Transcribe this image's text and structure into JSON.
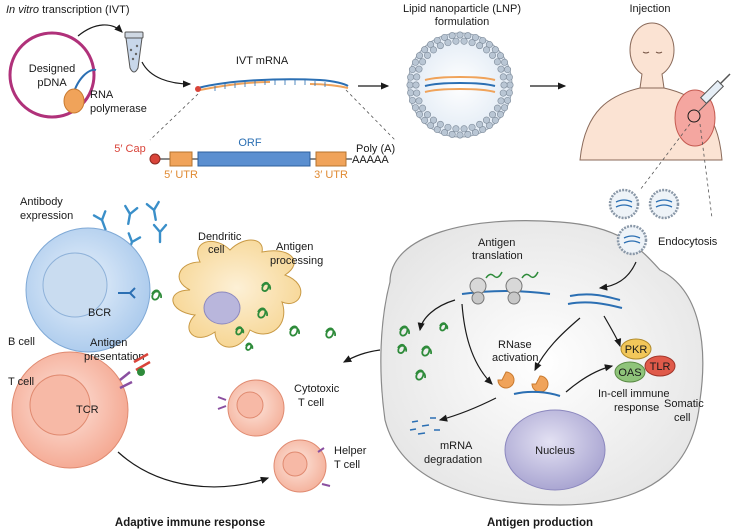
{
  "top": {
    "ivt_title_italic": "In vitro",
    "ivt_title_rest": " transcription (IVT)",
    "pdna_line1": "Designed",
    "pdna_line2": "pDNA",
    "rnap_line1": "RNA",
    "rnap_line2": "polymerase",
    "ivt_mrna": "IVT mRNA",
    "lnp_line1": "Lipid nanoparticle (LNP)",
    "lnp_line2": "formulation",
    "injection": "Injection"
  },
  "construct": {
    "cap": "5′ Cap",
    "utr5": "5′ UTR",
    "orf": "ORF",
    "utr3": "3′ UTR",
    "polya_label": "Poly (A)",
    "polya_seq": "AAAAA"
  },
  "adaptive": {
    "antibody_line1": "Antibody",
    "antibody_line2": "expression",
    "dc_line1": "Dendritic",
    "dc_line2": "cell",
    "ag_proc_line1": "Antigen",
    "ag_proc_line2": "processing",
    "bcr": "BCR",
    "bcell": "B cell",
    "ag_pres_line1": "Antigen",
    "ag_pres_line2": "presentation",
    "tcell": "T cell",
    "tcr": "TCR",
    "ctl_line1": "Cytotoxic",
    "ctl_line2": "T cell",
    "helper_line1": "Helper",
    "helper_line2": "T cell",
    "section_title": "Adaptive immune response"
  },
  "somatic": {
    "ag_trans_line1": "Antigen",
    "ag_trans_line2": "translation",
    "endocytosis": "Endocytosis",
    "rnase_line1": "RNase",
    "rnase_line2": "activation",
    "pkr": "PKR",
    "tlr": "TLR",
    "oas": "OAS",
    "incell_line1": "In-cell immune",
    "incell_line2": "response",
    "degr_line1": "mRNA",
    "degr_line2": "degradation",
    "nucleus": "Nucleus",
    "somatic_line1": "Somatic",
    "somatic_line2": "cell",
    "section_title": "Antigen production"
  },
  "colors": {
    "cap_red": "#d9443a",
    "utr_orange": "#f0a35a",
    "orf_blue": "#5b8fd0",
    "mrna_blue": "#2b6fb3",
    "antibody_blue": "#3a8fc9",
    "antigen_green": "#2e8b3a",
    "pdna_magenta": "#b0317a",
    "pkr_yellow": "#f2c75a",
    "tlr_red": "#e05a4a",
    "oas_green": "#8fc47a"
  }
}
